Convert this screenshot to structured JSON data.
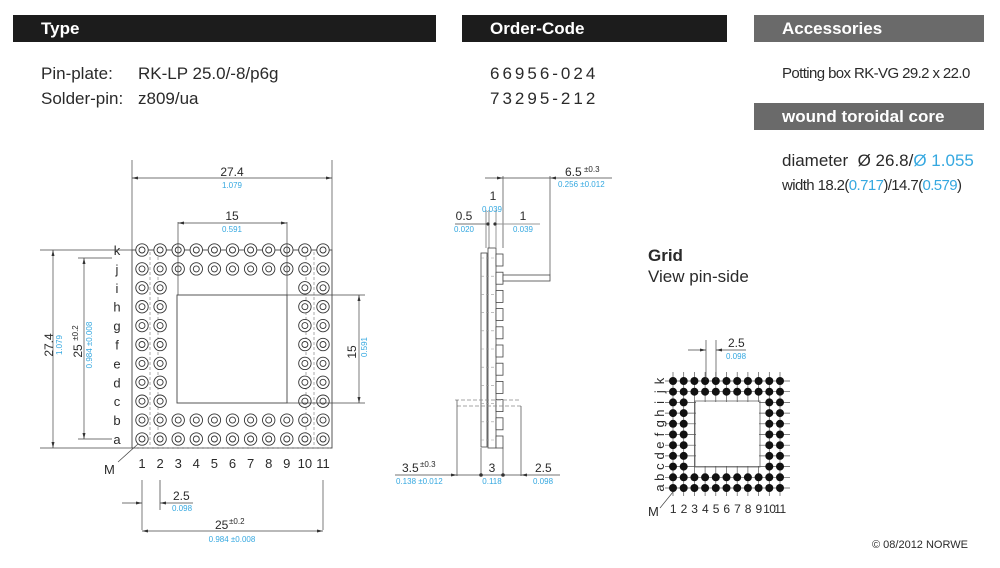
{
  "headers": {
    "type": "Type",
    "order_code": "Order-Code",
    "accessories": "Accessories",
    "wound_core": "wound toroidal core"
  },
  "type_section": {
    "rows": [
      {
        "label": "Pin-plate:",
        "value": "RK-LP 25.0/-8/p6g"
      },
      {
        "label": "Solder-pin:",
        "value": "z809/ua"
      }
    ]
  },
  "order_codes": [
    "66956-024",
    "73295-212"
  ],
  "accessories": {
    "item": "Potting box RK-VG 29.2 x 22.0"
  },
  "wound_core": {
    "diameter_label": "diameter",
    "diameter_mm": "Ø 26.8/",
    "diameter_in": "Ø 1.055",
    "width_label": "width 18.2(",
    "width_in_1": "0.717",
    "width_mid": ")/14.7(",
    "width_in_2": "0.579",
    "width_end": ")"
  },
  "grid": {
    "title": "Grid",
    "subtitle": "View pin-side",
    "pitch_mm": "2.5",
    "pitch_in": "0.098",
    "row_labels": [
      "a",
      "b",
      "c",
      "d",
      "e",
      "f",
      "g",
      "h",
      "i",
      "j",
      "k"
    ],
    "col_labels": [
      "1",
      "2",
      "3",
      "4",
      "5",
      "6",
      "7",
      "8",
      "9",
      "10",
      "11"
    ],
    "marker": "M"
  },
  "top_view": {
    "width_mm": "27.4",
    "width_in": "1.079",
    "inner_mm": "15",
    "inner_in": "0.591",
    "height_mm": "27.4",
    "height_in": "1.079",
    "pin_span_mm": "25",
    "pin_span_tol": "±0.2",
    "pin_span_in": "0.984 ±0.008",
    "inner_v_mm": "15",
    "inner_v_in": "0.591",
    "pitch_mm": "2.5",
    "pitch_in": "0.098",
    "bottom_span_mm": "25",
    "bottom_span_tol": "±0.2",
    "bottom_span_in": "0.984 ±0.008",
    "row_labels": [
      "a",
      "b",
      "c",
      "d",
      "e",
      "f",
      "g",
      "h",
      "i",
      "j",
      "k"
    ],
    "col_labels": [
      "1",
      "2",
      "3",
      "4",
      "5",
      "6",
      "7",
      "8",
      "9",
      "10",
      "11"
    ],
    "marker": "M"
  },
  "side_view": {
    "pin_len_mm": "6.5",
    "pin_len_tol": "±0.3",
    "pin_len_in": "0.256 ±0.012",
    "d1_mm": "1",
    "d1_in": "0.039",
    "d05_mm": "0.5",
    "d05_in": "0.020",
    "d1b_mm": "1",
    "d1b_in": "0.039",
    "left_mm": "3.5",
    "left_tol": "±0.3",
    "left_in": "0.138 ±0.012",
    "mid_mm": "3",
    "mid_in": "0.118",
    "right_mm": "2.5",
    "right_in": "0.098"
  },
  "footer": {
    "copyright": "© 08/2012 NORWE"
  },
  "pin_layout": {
    "full_rows": [
      "a",
      "b",
      "j",
      "k"
    ],
    "edge_cols": [
      1,
      2,
      10,
      11
    ]
  }
}
